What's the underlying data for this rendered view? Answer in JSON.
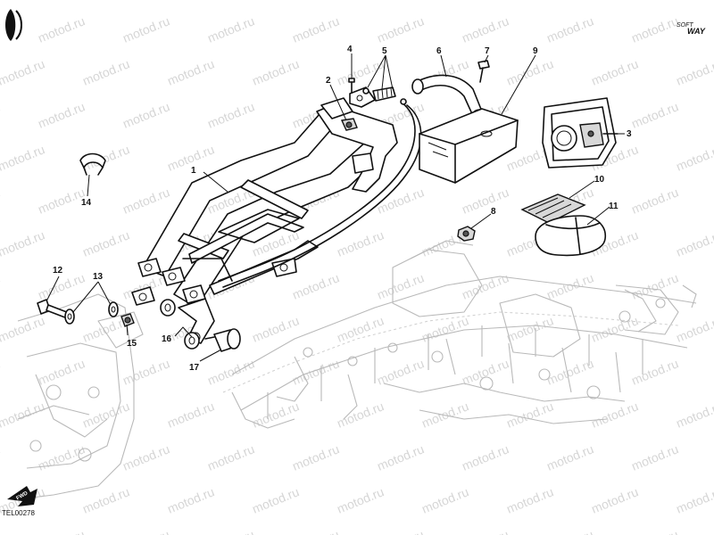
{
  "watermark": {
    "text": "motod.ru"
  },
  "reference_code": "TEL00278",
  "brand": {
    "line1": "SOFT",
    "line2": "WAY"
  },
  "fwd_label": "FWD",
  "callouts": [
    {
      "id": "1",
      "label": "1"
    },
    {
      "id": "2",
      "label": "2"
    },
    {
      "id": "3",
      "label": "3"
    },
    {
      "id": "4",
      "label": "4"
    },
    {
      "id": "5",
      "label": "5"
    },
    {
      "id": "6",
      "label": "6"
    },
    {
      "id": "7",
      "label": "7"
    },
    {
      "id": "8",
      "label": "8"
    },
    {
      "id": "9",
      "label": "9"
    },
    {
      "id": "10",
      "label": "10"
    },
    {
      "id": "11",
      "label": "11"
    },
    {
      "id": "12",
      "label": "12"
    },
    {
      "id": "13",
      "label": "13"
    },
    {
      "id": "14",
      "label": "14"
    },
    {
      "id": "15",
      "label": "15"
    },
    {
      "id": "16",
      "label": "16"
    },
    {
      "id": "17",
      "label": "17"
    }
  ],
  "colors": {
    "line": "#111111",
    "ghost": "#b9b9b9",
    "watermark": "#d6d6d6",
    "background": "#ffffff"
  }
}
